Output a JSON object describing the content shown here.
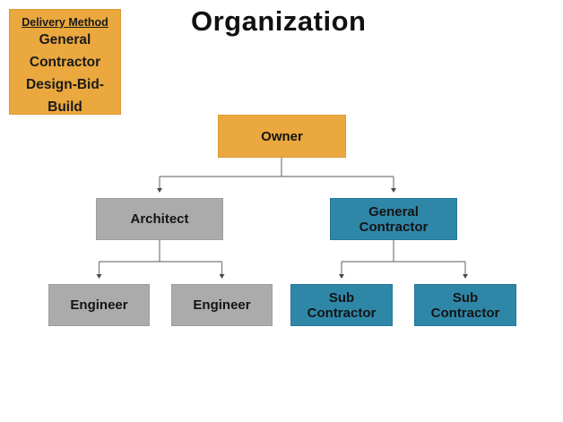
{
  "title": "Organization",
  "legend": {
    "heading": "Delivery Method",
    "lines": [
      "General",
      "Contractor",
      "Design-Bid-Build"
    ]
  },
  "org_chart": {
    "type": "org-tree",
    "nodes": [
      {
        "id": "owner",
        "label": "Owner",
        "level": 1,
        "color_role": "owner",
        "parent": null
      },
      {
        "id": "architect",
        "label": "Architect",
        "level": 2,
        "color_role": "design-side",
        "parent": "owner"
      },
      {
        "id": "general-contractor",
        "label": "General Contractor",
        "level": 2,
        "color_role": "contractor-side",
        "parent": "owner"
      },
      {
        "id": "engineer-1",
        "label": "Engineer",
        "level": 3,
        "color_role": "design-side",
        "parent": "architect"
      },
      {
        "id": "engineer-2",
        "label": "Engineer",
        "level": 3,
        "color_role": "design-side",
        "parent": "architect"
      },
      {
        "id": "sub-contractor-1",
        "label": "Sub Contractor",
        "level": 3,
        "color_role": "contractor-side",
        "parent": "general-contractor"
      },
      {
        "id": "sub-contractor-2",
        "label": "Sub Contractor",
        "level": 3,
        "color_role": "contractor-side",
        "parent": "general-contractor"
      }
    ]
  },
  "colors": {
    "owner_yellow": "#EAA83E",
    "design_gray": "#ABABAB",
    "contractor_teal": "#2F87A8",
    "connector_gray": "#7A7A7A",
    "text_black": "#141414",
    "background": "#FFFFFF"
  }
}
